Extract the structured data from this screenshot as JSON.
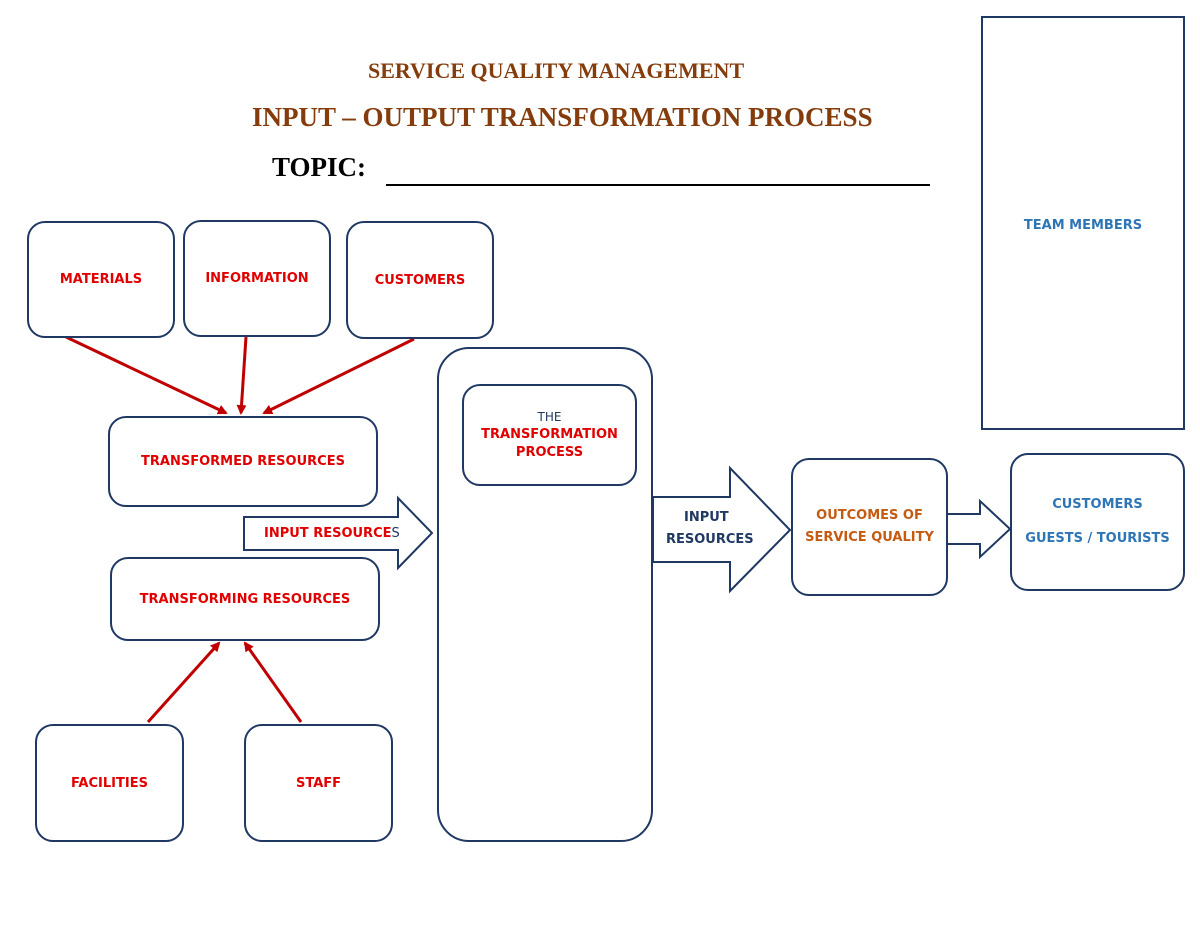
{
  "header": {
    "title_line1": "SERVICE QUALITY MANAGEMENT",
    "title_line2": "INPUT – OUTPUT TRANSFORMATION PROCESS",
    "topic_label": "TOPIC:"
  },
  "team": {
    "label": "TEAM MEMBERS"
  },
  "inputs": {
    "materials": "MATERIALS",
    "information": "INFORMATION",
    "customers": "CUSTOMERS"
  },
  "resources": {
    "transformed": "TRANSFORMED RESOURCES",
    "transforming": "TRANSFORMING RESOURCES",
    "input_arrow_main": "INPUT RESOURCE",
    "input_arrow_tail": "S"
  },
  "bottom_inputs": {
    "facilities": "FACILITIES",
    "staff": "STAFF"
  },
  "process": {
    "the": "THE",
    "name_line1": "TRANSFORMATION",
    "name_line2": "PROCESS"
  },
  "output_arrow": {
    "line1": "INPUT",
    "line2": "RESOURCES"
  },
  "outcomes": {
    "line1": "OUTCOMES OF",
    "line2": "SERVICE QUALITY"
  },
  "final": {
    "line1": "CUSTOMERS",
    "line2": "GUESTS / TOURISTS"
  },
  "colors": {
    "title": "#843c0c",
    "border": "#1f3864",
    "red": "#e00000",
    "blue": "#2e75b6",
    "orange": "#c55a11",
    "arrow_red": "#c00000"
  }
}
